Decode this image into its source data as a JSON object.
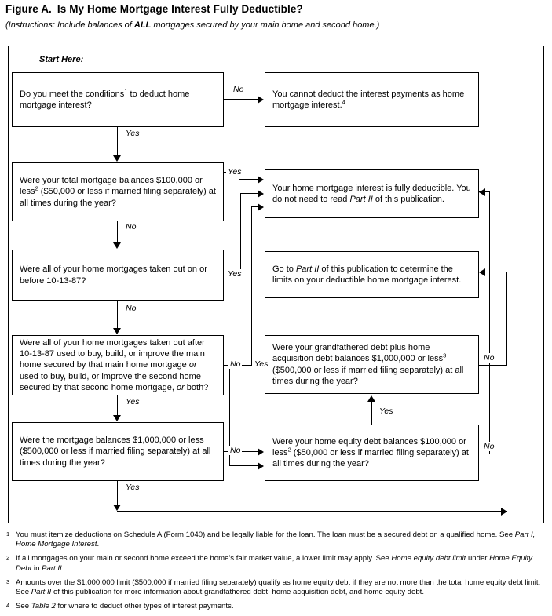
{
  "figure": {
    "label": "Figure A.",
    "title": "Is My Home Mortgage Interest Fully Deductible?",
    "instructions_pre": "(Instructions: Include balances of ",
    "instructions_bold": "ALL",
    "instructions_post": " mortgages secured by your main home and second home.)",
    "start_here": "Start Here:"
  },
  "nodes": {
    "q1": {
      "id": "q1-conditions",
      "text_a": "Do you meet the conditions",
      "sup": "1",
      "text_b": " to deduct home mortgage interest?"
    },
    "t_cannot": {
      "id": "cannot-deduct",
      "text_a": "You cannot deduct the interest payments as home mortgage interest.",
      "sup": "4",
      "text_b": ""
    },
    "q2": {
      "id": "q2-total-balances",
      "text_a": "Were your total mortgage balances $100,000 or less",
      "sup": "2",
      "text_b": " ($50,000 or less if married filing separately) at all times during the year?"
    },
    "t_fully": {
      "id": "fully-deductible",
      "text_a": "Your home mortgage interest is fully deductible. You do not need to read ",
      "italic": "Part II",
      "text_b": " of this publication."
    },
    "q3": {
      "id": "q3-before-101387",
      "text_a": "Were all of your home mortgages taken out on or before 10-13-87?",
      "sup": "",
      "text_b": ""
    },
    "t_partii": {
      "id": "go-to-part-ii",
      "text_a": "Go to ",
      "italic": "Part II",
      "text_b": " of this publication to determine the limits on your deductible home mortgage interest."
    },
    "q4": {
      "id": "q4-after-101387",
      "text_a": "Were all of your home mortgages taken out after 10-13-87 used to buy, build, or improve the main home secured by that main home mortgage ",
      "italic": "or",
      "text_b": " used to buy, build, or improve the second home secured by that second home mortgage, ",
      "italic2": "or",
      "text_c": " both?"
    },
    "q5": {
      "id": "q5-grandfathered-plus-acquisition",
      "text_a": "Were your grandfathered debt plus home acquisition debt balances $1,000,000 or less",
      "sup": "3",
      "text_b": " ($500,000 or less if married filing separately) at all times during the year?"
    },
    "q6": {
      "id": "q6-mortgage-balances",
      "text_a": "Were the mortgage balances $1,000,000 or less ($500,000 or less if married filing separately) at all times during the year?",
      "sup": "",
      "text_b": ""
    },
    "q7": {
      "id": "q7-home-equity-balances",
      "text_a": "Were your home equity debt balances $100,000 or less",
      "sup": "2",
      "text_b": " ($50,000 or less if married filing separately) at all times during the year?"
    }
  },
  "edge_labels": {
    "q1_no": "No",
    "q1_yes": "Yes",
    "q2_yes": "Yes",
    "q2_no": "No",
    "q3_yes": "Yes",
    "q3_no": "No",
    "q4_no": "No",
    "q4_yes": "Yes",
    "q5_yes": "Yes",
    "q5_no": "No",
    "q6_no": "No",
    "q6_yes": "Yes",
    "q7_yes": "Yes",
    "q7_no": "No"
  },
  "footnotes": [
    {
      "marker": "1",
      "text_a": "You must itemize deductions on Schedule A (Form 1040) and be legally liable for the loan. The loan must be a secured debt on a qualified home. See ",
      "italic": "Part I, Home Mortgage Interest",
      "text_b": "."
    },
    {
      "marker": "2",
      "text_a": "If all mortgages on your main or second home exceed the home's fair market value, a lower limit may apply. See ",
      "italic": "Home equity debt limit",
      "text_b": " under ",
      "italic2": "Home Equity Debt",
      "text_c": " in ",
      "italic3": "Part II",
      "text_d": "."
    },
    {
      "marker": "3",
      "text_a": "Amounts over the $1,000,000 limit ($500,000 if married filing separately) qualify as home equity debt if they are not more than the total home equity debt limit. See ",
      "italic": "Part II",
      "text_b": " of this publication for more information about grandfathered debt, home acquisition debt, and home equity debt."
    },
    {
      "marker": "4",
      "text_a": "See ",
      "italic": "Table 2",
      "text_b": " for where to deduct other types of interest payments."
    }
  ]
}
